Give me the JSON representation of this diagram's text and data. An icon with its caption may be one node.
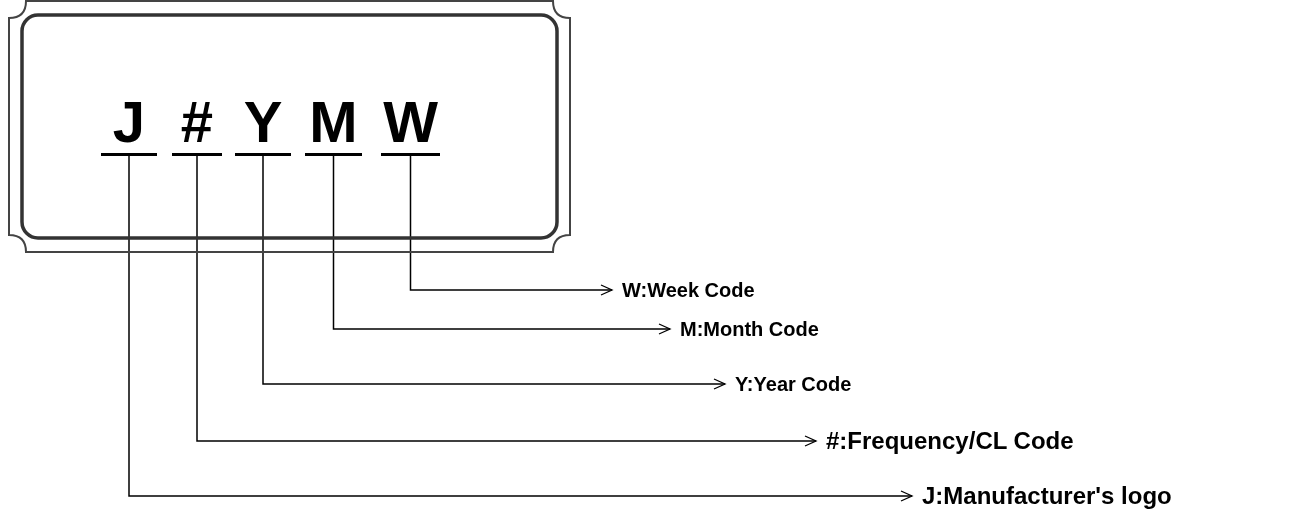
{
  "diagram": {
    "nodes": [
      {
        "text": [],
        "shape": "box"
      },
      {
        "text": [
          "J"
        ],
        "in": 0
      },
      {
        "text": [
          "#"
        ],
        "in": 0
      },
      {
        "text": [
          "Y"
        ],
        "in": 0
      },
      {
        "text": [
          "M"
        ],
        "in": 0
      },
      {
        "text": [
          "W"
        ],
        "in": 0
      },
      {
        "text": [
          "W:Week Code"
        ]
      },
      {
        "text": [
          "M:Month Code"
        ]
      },
      {
        "text": [
          "Y:Year Code"
        ]
      },
      {
        "text": [
          "#:Frequency/CL Code"
        ]
      },
      {
        "text": [
          "J:Manufacturer's logo"
        ]
      }
    ],
    "edges": [
      {
        "from": 5,
        "to": 6,
        "arrow": "to"
      },
      {
        "from": 4,
        "to": 7,
        "arrow": "to"
      },
      {
        "from": 3,
        "to": 8,
        "arrow": "to"
      },
      {
        "from": 2,
        "to": 9,
        "arrow": "to"
      },
      {
        "from": 1,
        "to": 10,
        "arrow": "to"
      }
    ]
  }
}
